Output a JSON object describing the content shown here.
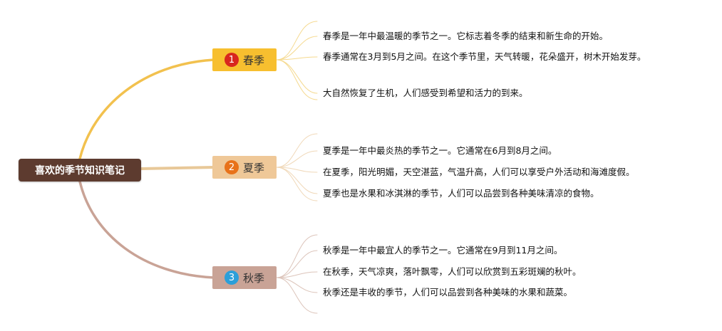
{
  "root": {
    "label": "喜欢的季节知识笔记"
  },
  "branches": [
    {
      "index": "1",
      "label": "春季",
      "box_color": "#f7bf2f",
      "badge_color": "#d8261e",
      "line_color": "#f2c14e",
      "leaf_line_color": "#f5d98e",
      "leaves": [
        "春季是一年中最温暖的季节之一。它标志着冬季的结束和新生命的开始。",
        "春季通常在3月到5月之间。在这个季节里，天气转暖，花朵盛开，树木开始发芽。",
        "大自然恢复了生机，人们感受到希望和活力的到来。"
      ]
    },
    {
      "index": "2",
      "label": "夏季",
      "box_color": "#efc898",
      "badge_color": "#e8721a",
      "line_color": "#e8c898",
      "leaf_line_color": "#f0d8b8",
      "leaves": [
        "夏季是一年中最炎热的季节之一。它通常在6月到8月之间。",
        "在夏季，阳光明媚，天空湛蓝，气温升高，人们可以享受户外活动和海滩度假。",
        "夏季也是水果和冰淇淋的季节，人们可以品尝到各种美味清凉的食物。"
      ]
    },
    {
      "index": "3",
      "label": "秋季",
      "box_color": "#c9a396",
      "badge_color": "#2b9fd9",
      "line_color": "#c9a396",
      "leaf_line_color": "#dcc4ba",
      "leaves": [
        "秋季是一年中最宜人的季节之一。它通常在9月到11月之间。",
        "在秋季，天气凉爽，落叶飘零，人们可以欣赏到五彩斑斓的秋叶。",
        "秋季还是丰收的季节，人们可以品尝到各种美味的水果和蔬菜。"
      ]
    }
  ]
}
